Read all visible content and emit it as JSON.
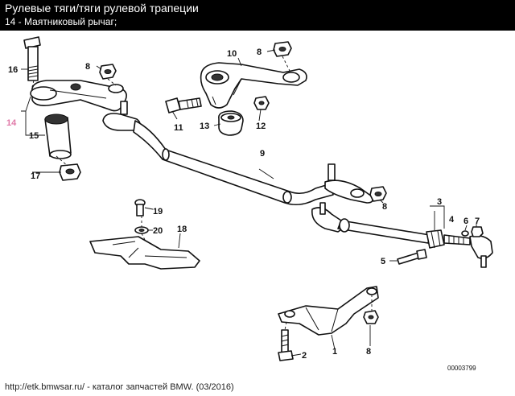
{
  "header": {
    "title": "Рулевые тяги/тяги рулевой трапеции",
    "subtitle": "14 - Маятниковый рычаг;"
  },
  "callouts": [
    "16",
    "8",
    "10",
    "8",
    "14",
    "15",
    "17",
    "11",
    "13",
    "12",
    "9",
    "8",
    "3",
    "4",
    "6",
    "7",
    "19",
    "20",
    "18",
    "5",
    "2",
    "1",
    "8"
  ],
  "highlight_color": "#e07aa8",
  "ref_number": "00003799",
  "footer": "http://etk.bmwsar.ru/ - каталог запчастей BMW. (03/2016)"
}
